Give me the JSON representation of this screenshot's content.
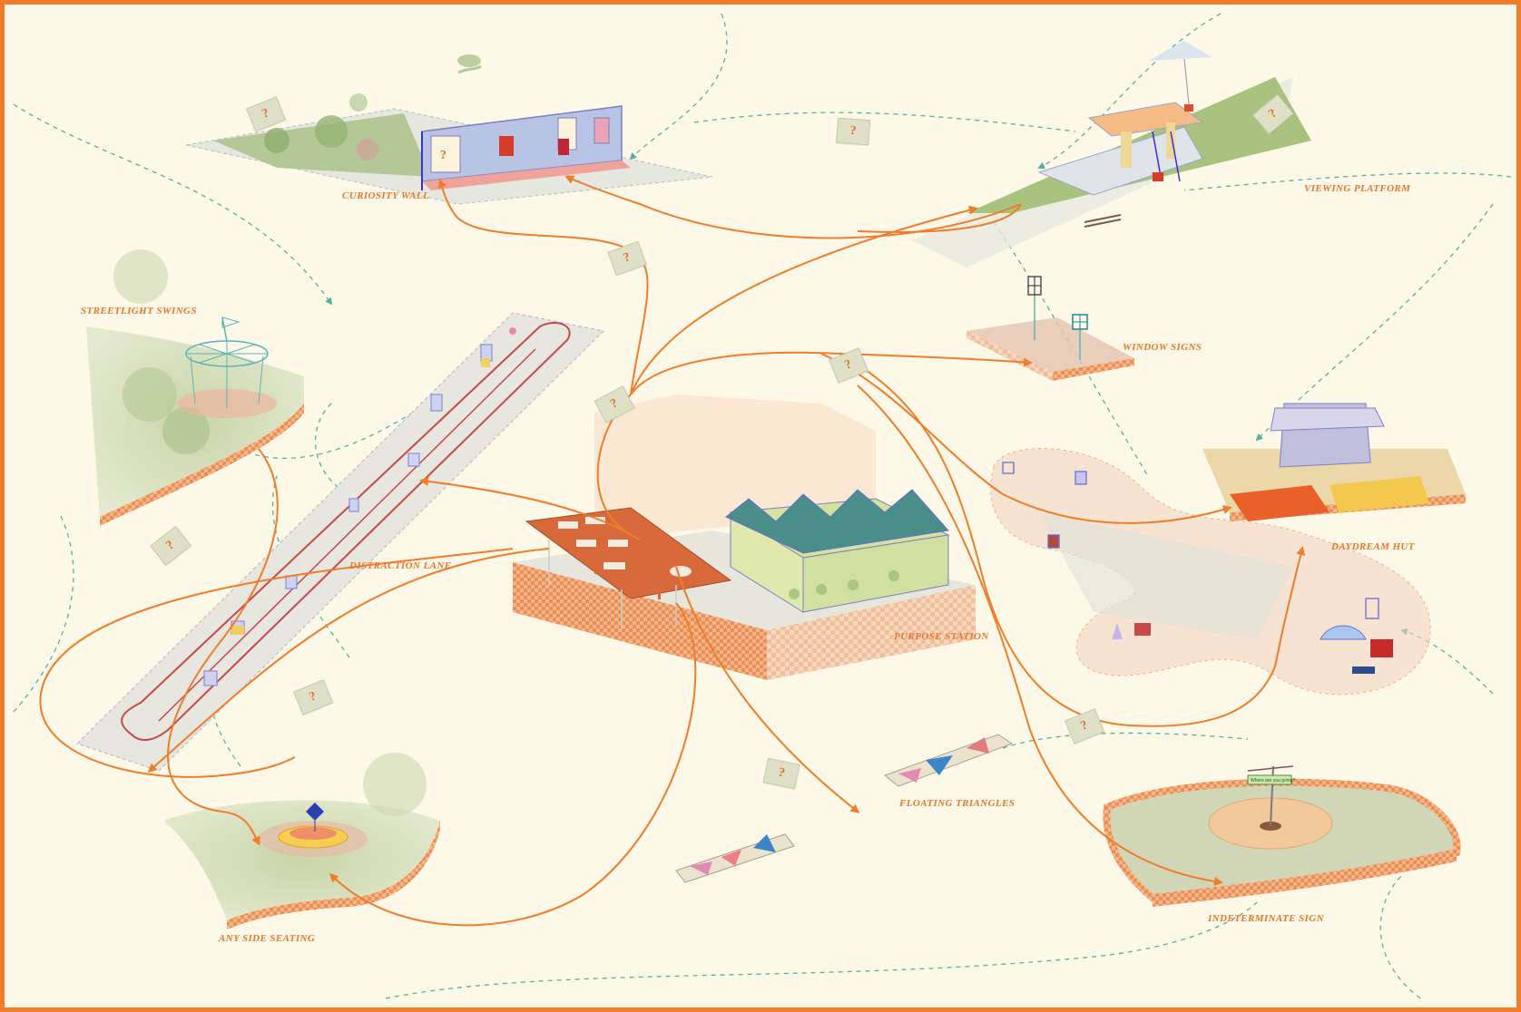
{
  "diagram": {
    "sites": [
      {
        "id": "curiosity-wall",
        "label": "CURIOSITY WALL"
      },
      {
        "id": "viewing-platform",
        "label": "VIEWING PLATFORM"
      },
      {
        "id": "streetlight-swings",
        "label": "STREETLIGHT SWINGS"
      },
      {
        "id": "window-signs",
        "label": "WINDOW SIGNS"
      },
      {
        "id": "distraction-lane",
        "label": "DISTRACTION LANE"
      },
      {
        "id": "daydream-hut",
        "label": "DAYDREAM HUT"
      },
      {
        "id": "purpose-station",
        "label": "PURPOSE STATION"
      },
      {
        "id": "floating-triangles",
        "label": "FLOATING TRIANGLES"
      },
      {
        "id": "any-side-seating",
        "label": "ANY SIDE SEATING"
      },
      {
        "id": "indeterminate-sign",
        "label": "INDETERMINATE SIGN"
      }
    ],
    "question_mark": "?",
    "sign_text": "Where are you going?"
  },
  "colors": {
    "accent_orange": "#ef7d2a",
    "path_teal": "#3aa494",
    "background": "#fdf8e8",
    "tag_fill": "#dee1c8"
  }
}
